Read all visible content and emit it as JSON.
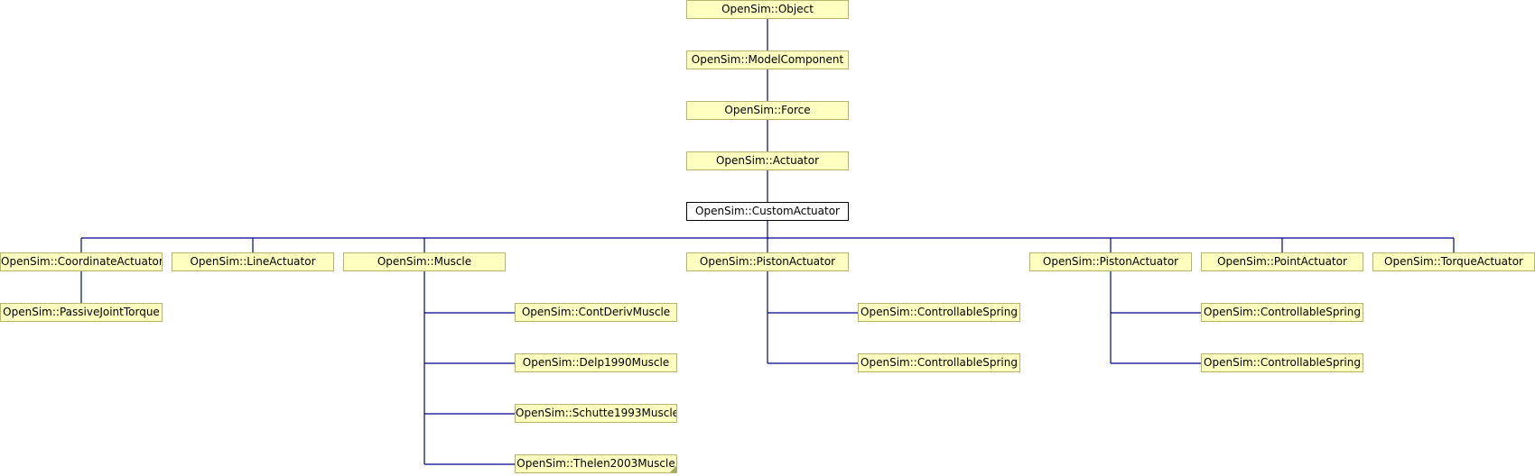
{
  "diagram": {
    "line_color": "#00008b",
    "node_fill": "#ffffc0",
    "node_border": "#b5b56e",
    "current_fill": "#ffffff",
    "current_border": "#000000",
    "nodes": {
      "object": "OpenSim::Object",
      "model_component": "OpenSim::ModelComponent",
      "force": "OpenSim::Force",
      "actuator": "OpenSim::Actuator",
      "custom_actuator": "OpenSim::CustomActuator",
      "coordinate_actuator": "OpenSim::CoordinateActuator",
      "line_actuator": "OpenSim::LineActuator",
      "muscle": "OpenSim::Muscle",
      "piston_actuator_1": "OpenSim::PistonActuator",
      "piston_actuator_2": "OpenSim::PistonActuator",
      "point_actuator": "OpenSim::PointActuator",
      "torque_actuator": "OpenSim::TorqueActuator",
      "passive_joint_torque": "OpenSim::PassiveJointTorque",
      "cont_deriv_muscle": "OpenSim::ContDerivMuscle",
      "delp1990_muscle": "OpenSim::Delp1990Muscle",
      "schutte1993_muscle": "OpenSim::Schutte1993Muscle",
      "thelen2003_muscle": "OpenSim::Thelen2003Muscle",
      "controllable_spring_1": "OpenSim::ControllableSpring",
      "controllable_spring_2": "OpenSim::ControllableSpring",
      "controllable_spring_3": "OpenSim::ControllableSpring",
      "controllable_spring_4": "OpenSim::ControllableSpring"
    }
  }
}
